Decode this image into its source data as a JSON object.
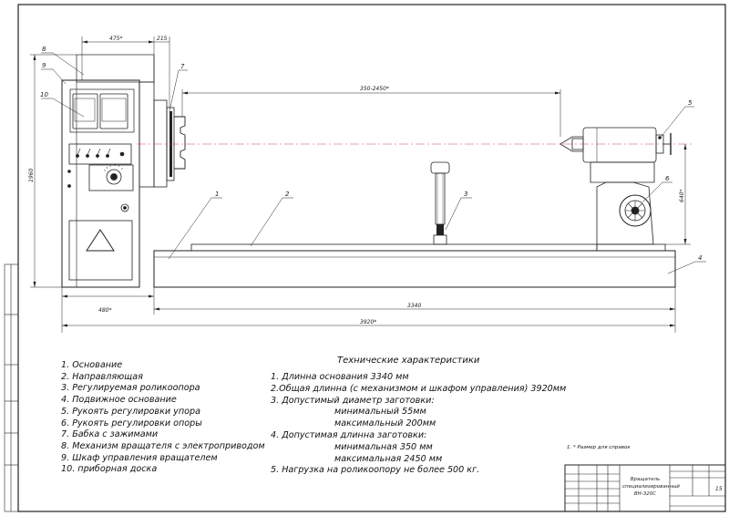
{
  "drawing": {
    "balloons": [
      "1",
      "2",
      "3",
      "4",
      "5",
      "6",
      "7",
      "8",
      "9",
      "10"
    ],
    "dimensions": {
      "d475": "475*",
      "d215": "215",
      "d1960": "1960",
      "d350_2450": "350-2450*",
      "d640": "640*",
      "d480": "480*",
      "d3340": "3340",
      "d3920": "3920*"
    }
  },
  "parts_list": [
    "1. Основание",
    "2. Направляющая",
    "3. Регулируемая роликоопора",
    "4. Подвижное основание",
    "5. Рукоять регулировки упора",
    "6. Рукоять регулировки опоры",
    "7. Бабка с зажимами",
    "8. Механизм вращателя с электроприводом",
    "9. Шкаф управления вращателем",
    "10. приборная доска"
  ],
  "specs": {
    "title": "Технические характеристики",
    "lines": [
      "1. Длинна основания 3340 мм",
      "2.Общая длинна (с механизмом и шкафом управления) 3920мм",
      "3. Допустимый диаметр заготовки:",
      "минимальный 55мм",
      "максимальный 200мм",
      "4. Допустимая длинна заготовки:",
      "минимальная 350 мм",
      "максимальная 2450 мм",
      "5. Нагрузка на роликоопору не более 500 кг."
    ]
  },
  "note": "1. * Размер для справок",
  "title_block": {
    "name": "Вращатель специализированный ВН-320С",
    "sheet_count": "15"
  }
}
